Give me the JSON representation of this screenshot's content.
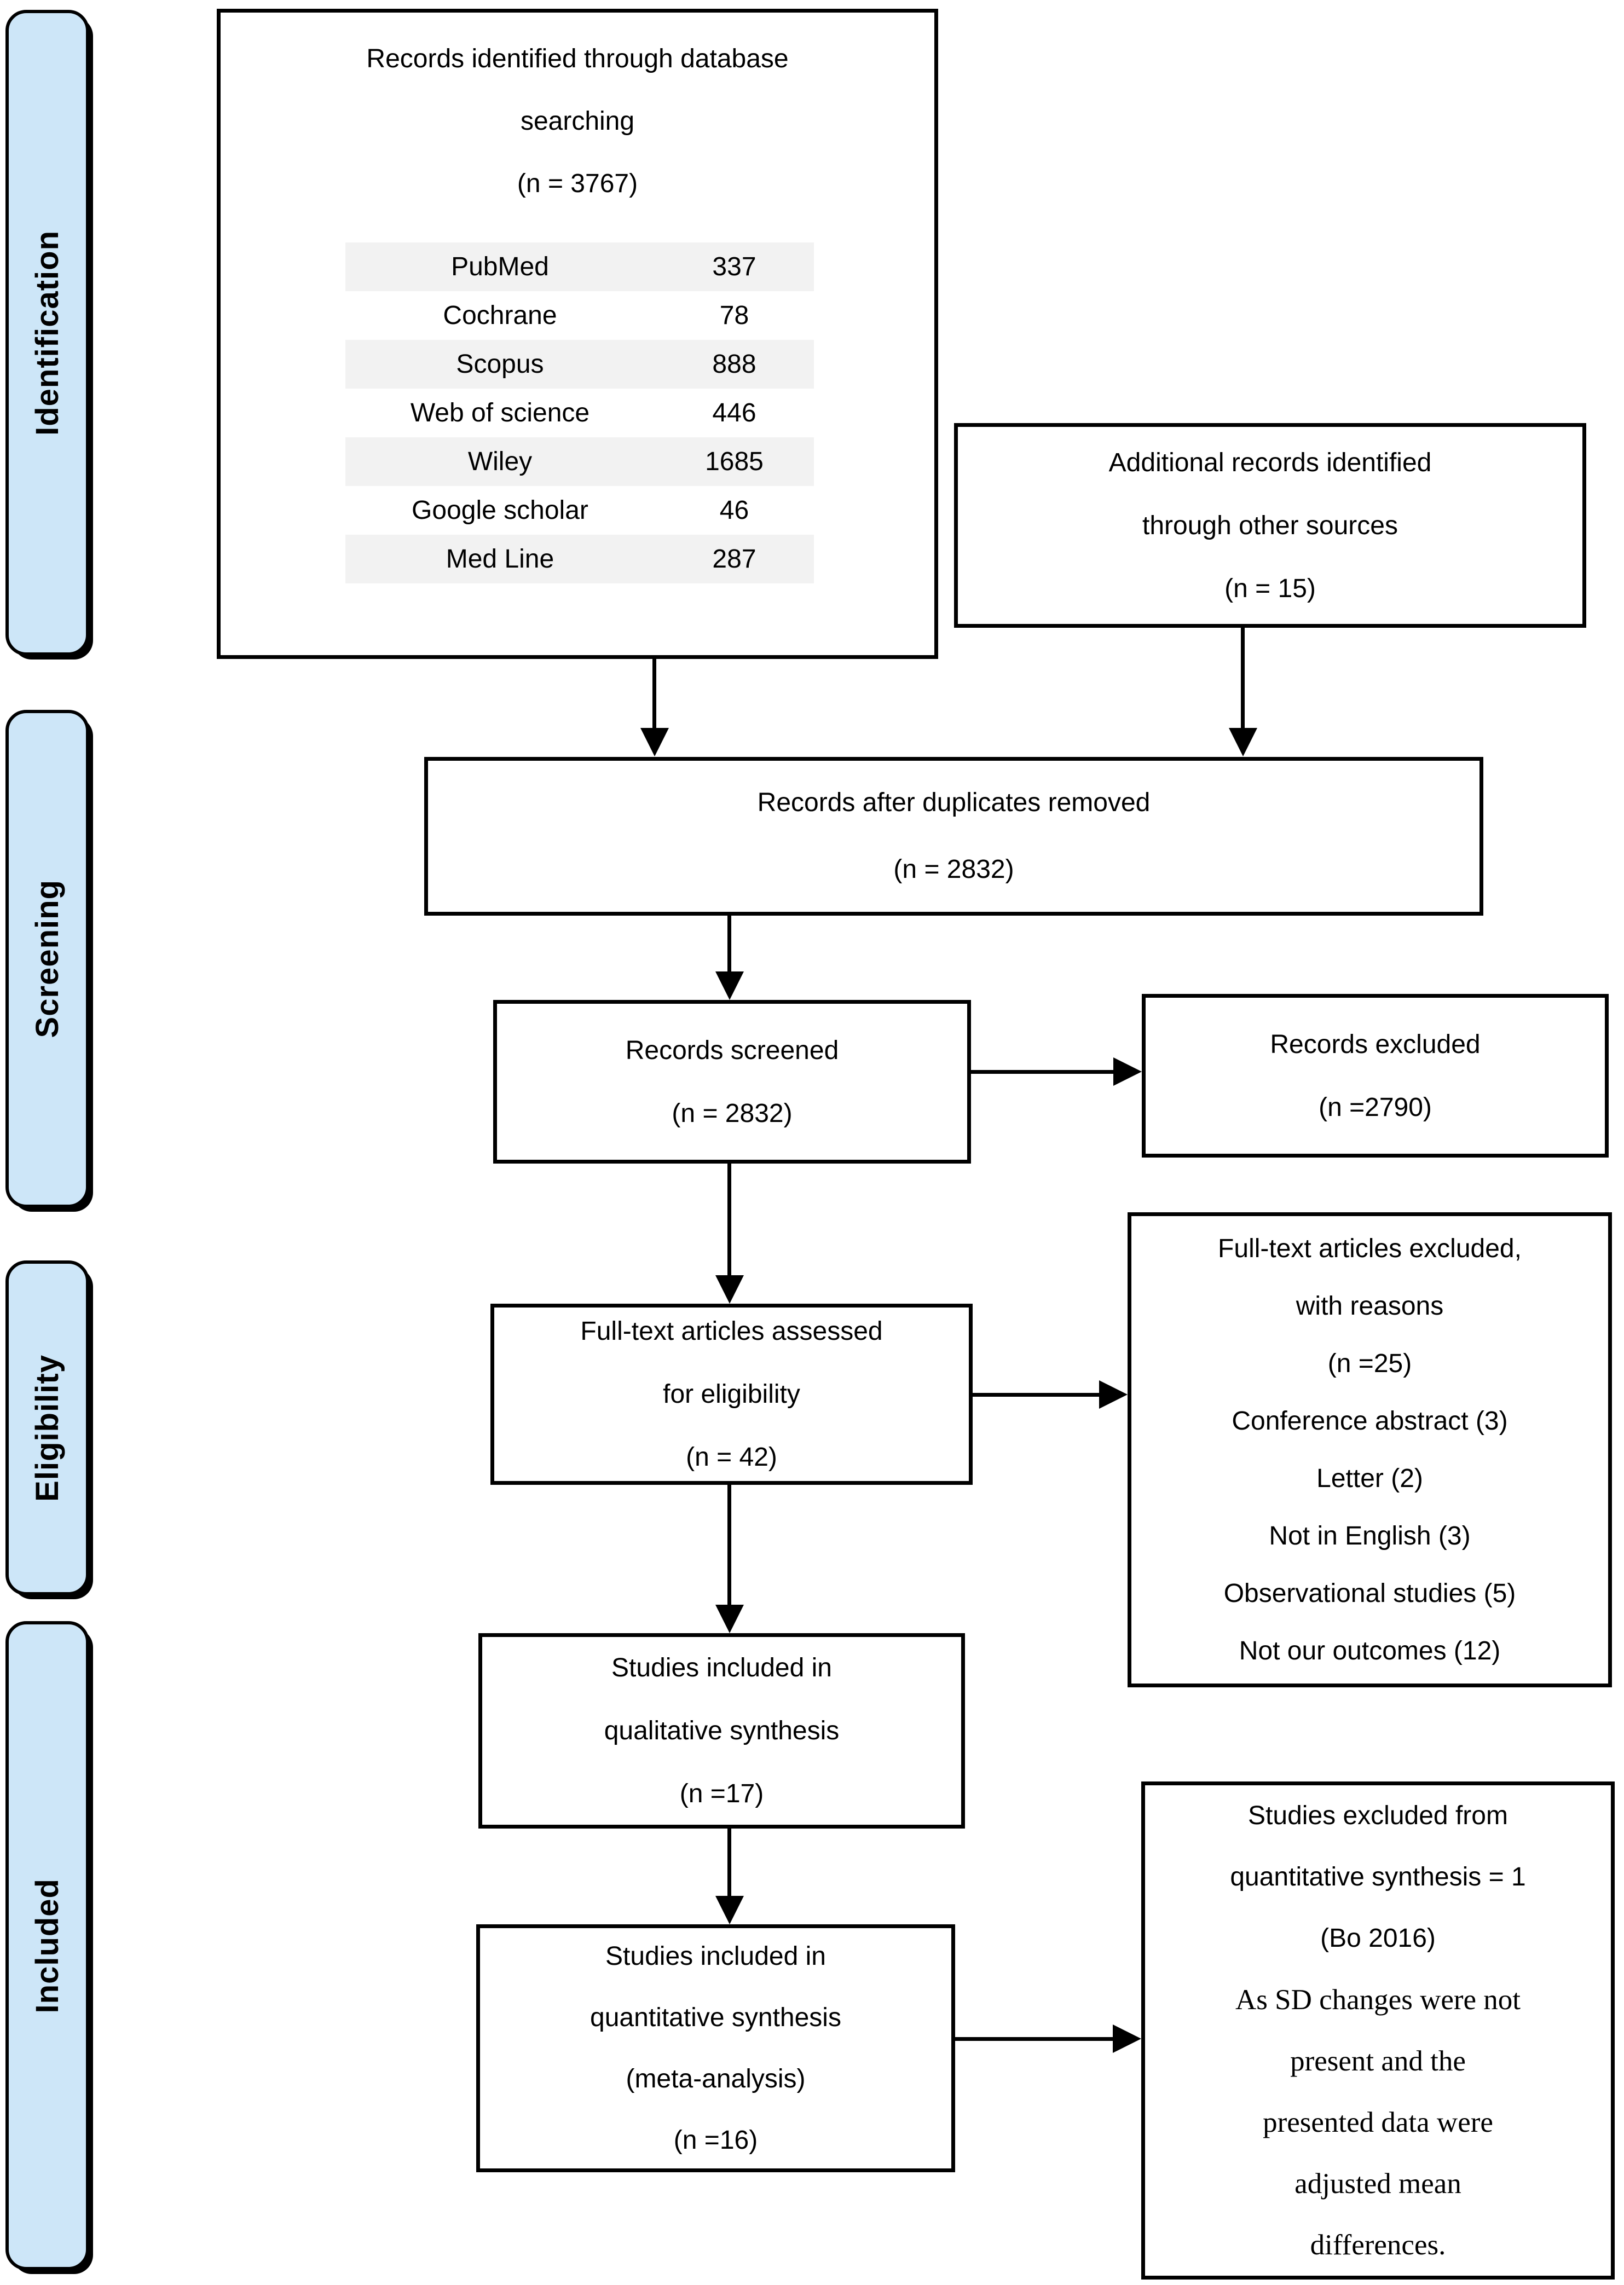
{
  "palette": {
    "background": "#ffffff",
    "box_fill": "#ffffff",
    "box_border": "#000000",
    "phase_fill": "#cde6f8",
    "table_row_shade": "#f2f2f2",
    "arrow_color": "#000000"
  },
  "sidebar": {
    "items": [
      {
        "label": "Identification"
      },
      {
        "label": "Screening"
      },
      {
        "label": "Eligibility"
      },
      {
        "label": "Included"
      }
    ]
  },
  "boxes": {
    "identified": {
      "lines": [
        "Records identified through database",
        "searching",
        "(n = 3767)"
      ]
    },
    "sources_table": {
      "rows": [
        {
          "name": "PubMed",
          "count": "337"
        },
        {
          "name": "Cochrane",
          "count": "78"
        },
        {
          "name": "Scopus",
          "count": "888"
        },
        {
          "name": "Web of science",
          "count": "446"
        },
        {
          "name": "Wiley",
          "count": "1685"
        },
        {
          "name": "Google scholar",
          "count": "46"
        },
        {
          "name": "Med Line",
          "count": "287"
        }
      ]
    },
    "additional": {
      "lines": [
        "Additional records identified",
        "through other sources",
        "(n = 15)"
      ]
    },
    "duplicates": {
      "lines": [
        "Records after duplicates removed",
        "(n = 2832)"
      ]
    },
    "screened": {
      "lines": [
        "Records screened",
        "(n = 2832)"
      ]
    },
    "records_excluded": {
      "lines": [
        "Records excluded",
        "(n =2790)"
      ]
    },
    "fulltext": {
      "lines": [
        "Full-text articles assessed",
        "for eligibility",
        "(n = 42)"
      ]
    },
    "fulltext_excluded": {
      "lines": [
        "Full-text articles excluded,",
        "with reasons",
        "(n =25)",
        "Conference abstract (3)",
        "Letter (2)",
        "Not in English (3)",
        "Observational studies (5)",
        "Not our outcomes (12)"
      ]
    },
    "qualitative": {
      "lines": [
        "Studies included in",
        "qualitative synthesis",
        "(n =17)"
      ]
    },
    "quantitative": {
      "lines": [
        "Studies included in",
        "quantitative synthesis",
        "(meta-analysis)",
        "(n =16)"
      ]
    },
    "quant_excluded": {
      "sans_lines": [
        "Studies excluded from",
        "quantitative synthesis = 1",
        "(Bo 2016)"
      ],
      "serif_lines": [
        "As SD changes were not",
        "present and the",
        "presented data were",
        "adjusted mean",
        "differences."
      ]
    }
  }
}
